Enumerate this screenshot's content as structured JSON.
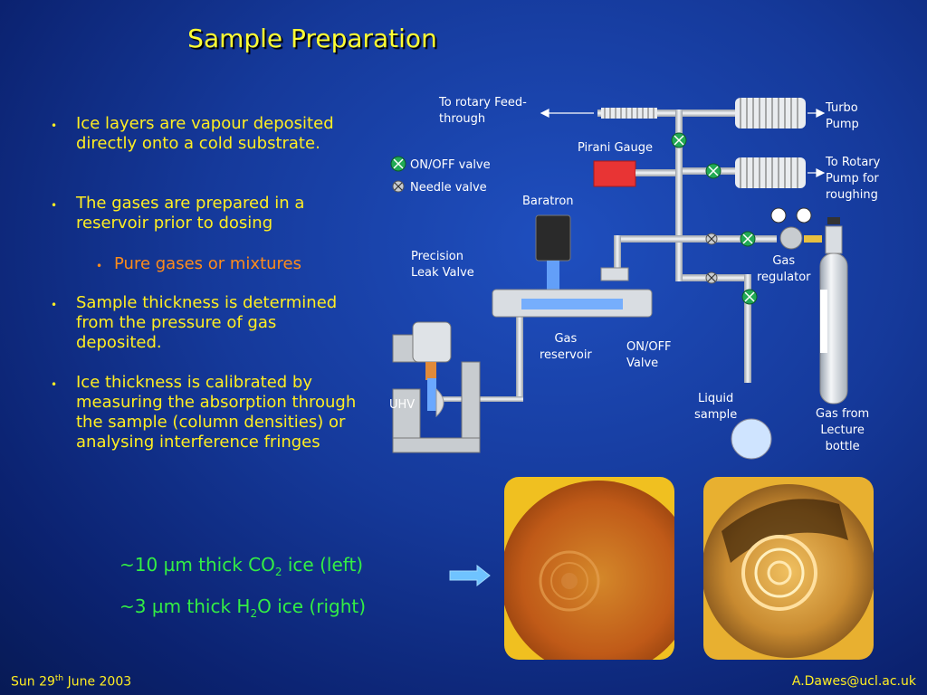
{
  "slide": {
    "title": "Sample Preparation",
    "bullets": [
      "Ice layers are vapour deposited directly onto a cold substrate.",
      "The gases are prepared in a reservoir prior to dosing",
      "Pure gases or mixtures",
      "Sample thickness is determined from the pressure of gas deposited.",
      "Ice thickness is calibrated by measuring the absorption through the sample (column densities) or analysing interference fringes"
    ],
    "bullet_marker": "•",
    "caption1": {
      "a": "~10 ",
      "b": "µ",
      "c": "m thick CO",
      "d": "2",
      "e": " ice (left)"
    },
    "caption2": {
      "a": "~3  ",
      "b": "µ",
      "c": "m thick H",
      "d": "2",
      "e": "O ice (right)"
    }
  },
  "diagram": {
    "labels": {
      "to_rotary_feed": "To rotary Feed-\nthrough",
      "turbo": "Turbo\nPump",
      "pirani": "Pirani Gauge",
      "rotary_rough": "To Rotary\nPump for\nroughing",
      "onoff_legend": "ON/OFF valve",
      "needle_legend": "Needle valve",
      "baratron": "Baratron",
      "precision": "Precision\nLeak Valve",
      "gas_regulator": "Gas\nregulator",
      "gas_reservoir": "Gas\nreservoir",
      "onoff_valve": "ON/OFF\nValve",
      "uhv": "UHV",
      "liquid_sample": "Liquid\nsample",
      "gas_bottle": "Gas from\nLecture\nbottle"
    },
    "colors": {
      "onoff": "#22aa55",
      "pipe": "#cfd3d8",
      "reservoir": "#6aa8ff",
      "gauge": "#e83434"
    }
  },
  "footer": {
    "date_a": "Sun 29",
    "date_sup": "th",
    "date_b": " June 2003",
    "email": "A.Dawes@ucl.ac.uk"
  }
}
